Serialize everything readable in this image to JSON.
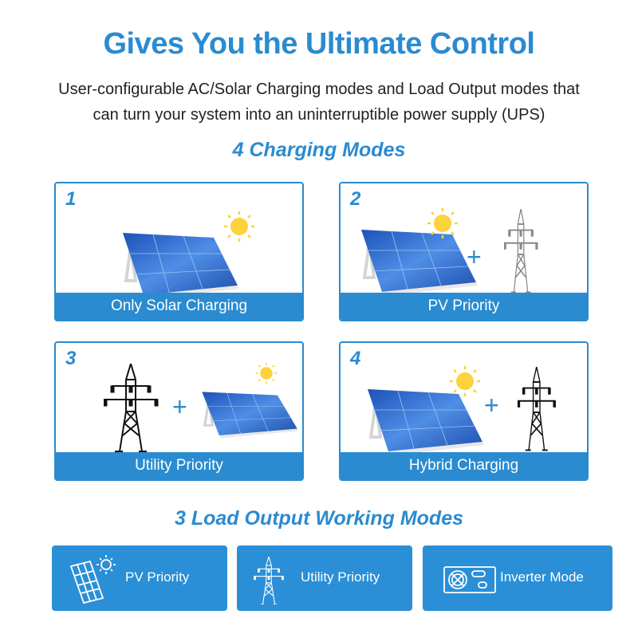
{
  "header": {
    "title": "Gives You the  Ultimate Control",
    "subtitle_line1": "User-configurable AC/Solar Charging modes and Load Output modes that",
    "subtitle_line2": "can turn your system into an uninterruptible power supply (UPS)"
  },
  "charging": {
    "heading": "4 Charging Modes",
    "modes": [
      {
        "number": "1",
        "label": "Only Solar Charging",
        "icons": [
          "solar-panel",
          "sun"
        ]
      },
      {
        "number": "2",
        "label": "PV Priority",
        "icons": [
          "solar-panel",
          "sun",
          "plus",
          "power-tower"
        ]
      },
      {
        "number": "3",
        "label": "Utility Priority",
        "icons": [
          "power-tower",
          "plus",
          "solar-panel",
          "sun"
        ]
      },
      {
        "number": "4",
        "label": "Hybrid Charging",
        "icons": [
          "solar-panel",
          "sun",
          "plus",
          "power-tower"
        ]
      }
    ],
    "plus": "+"
  },
  "load_output": {
    "heading": "3 Load Output Working Modes",
    "modes": [
      {
        "label": "PV Priority",
        "icon": "solar-panel-sun"
      },
      {
        "label": "Utility Priority",
        "icon": "power-tower"
      },
      {
        "label": "Inverter Mode",
        "icon": "inverter"
      }
    ]
  },
  "colors": {
    "accent": "#2a8bd0",
    "sun": "#fdd23a",
    "panel": "#2f6fd0"
  }
}
